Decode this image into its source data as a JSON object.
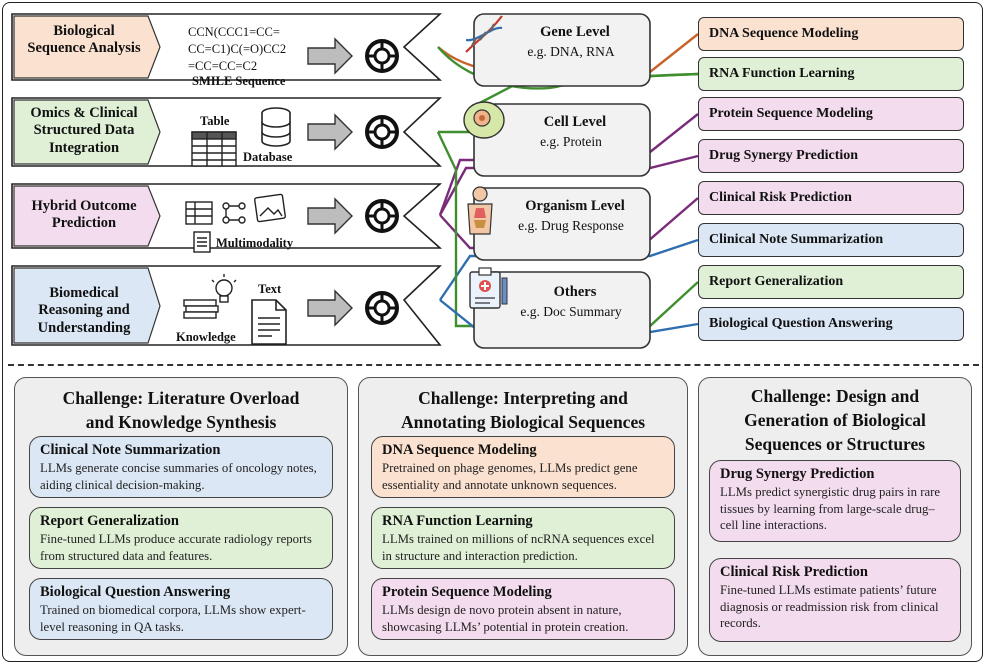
{
  "colors": {
    "orange": "#fbe1d0",
    "green": "#dff0d6",
    "pink": "#f4dcef",
    "blue": "#dce7f5",
    "line_orange": "#c8642a",
    "line_green": "#3f8f2f",
    "line_purple": "#7a2b7a",
    "line_blue": "#2f6fb0"
  },
  "inputs": [
    {
      "label": "Biological\nSequence Analysis",
      "color": "orange"
    },
    {
      "label": "Omics & Clinical\nStructured Data\nIntegration",
      "color": "green"
    },
    {
      "label": "Hybrid Outcome\nPrediction",
      "color": "pink"
    },
    {
      "label": "Biomedical\nReasoning and\nUnderstanding",
      "color": "blue"
    }
  ],
  "smiles": {
    "text": "CCN(CCC1=CC=\nCC=C1)C(=O)CC2\n=CC=CC=C2",
    "caption": "SMILE Sequence"
  },
  "icons": {
    "table": "Table",
    "database": "Database",
    "multimodality": "Multimodality",
    "text": "Text",
    "knowledge": "Knowledge"
  },
  "levels": [
    {
      "title": "Gene Level",
      "sub": "e.g. DNA, RNA",
      "icon": "dna-icon"
    },
    {
      "title": "Cell Level",
      "sub": "e.g. Protein",
      "icon": "cell-icon"
    },
    {
      "title": "Organism Level",
      "sub": "e.g. Drug Response",
      "icon": "body-icon"
    },
    {
      "title": "Others",
      "sub": "e.g. Doc Summary",
      "icon": "clipboard-icon"
    }
  ],
  "tasks": [
    {
      "label": "DNA Sequence Modeling",
      "color": "orange"
    },
    {
      "label": "RNA Function Learning",
      "color": "green"
    },
    {
      "label": "Protein Sequence Modeling",
      "color": "pink"
    },
    {
      "label": "Drug Synergy Prediction",
      "color": "pink"
    },
    {
      "label": "Clinical Risk Prediction",
      "color": "pink"
    },
    {
      "label": "Clinical Note Summarization",
      "color": "blue"
    },
    {
      "label": "Report Generalization",
      "color": "green"
    },
    {
      "label": "Biological Question Answering",
      "color": "blue"
    }
  ],
  "panels": [
    {
      "title": "Challenge: Literature Overload\nand Knowledge Synthesis",
      "cards": [
        {
          "title": "Clinical Note Summarization",
          "desc": "LLMs generate concise summaries of oncology notes, aiding clinical decision-making.",
          "color": "blue"
        },
        {
          "title": "Report Generalization",
          "desc": "Fine-tuned LLMs produce accurate radiology reports from structured data and features.",
          "color": "green"
        },
        {
          "title": "Biological Question Answering",
          "desc": "Trained on biomedical corpora, LLMs show expert-level reasoning in QA tasks.",
          "color": "blue"
        }
      ]
    },
    {
      "title": "Challenge: Interpreting and\nAnnotating Biological Sequences",
      "cards": [
        {
          "title": "DNA Sequence Modeling",
          "desc": "Pretrained on phage genomes, LLMs predict gene essentiality and annotate unknown sequences.",
          "color": "orange"
        },
        {
          "title": "RNA Function Learning",
          "desc": "LLMs trained on millions of ncRNA sequences excel in structure and interaction prediction.",
          "color": "green"
        },
        {
          "title": "Protein Sequence Modeling",
          "desc": "LLMs design de novo protein absent in nature, showcasing LLMs’ potential in protein creation.",
          "color": "pink"
        }
      ]
    },
    {
      "title": "Challenge: Design and\nGeneration of Biological\nSequences or Structures",
      "cards": [
        {
          "title": "Drug Synergy Prediction",
          "desc": "LLMs predict synergistic drug pairs in rare tissues by learning from large-scale drug–cell line interactions.",
          "color": "pink"
        },
        {
          "title": "Clinical Risk Prediction",
          "desc": "Fine-tuned LLMs estimate patients’ future diagnosis or readmission risk from clinical records.",
          "color": "pink"
        }
      ]
    }
  ]
}
